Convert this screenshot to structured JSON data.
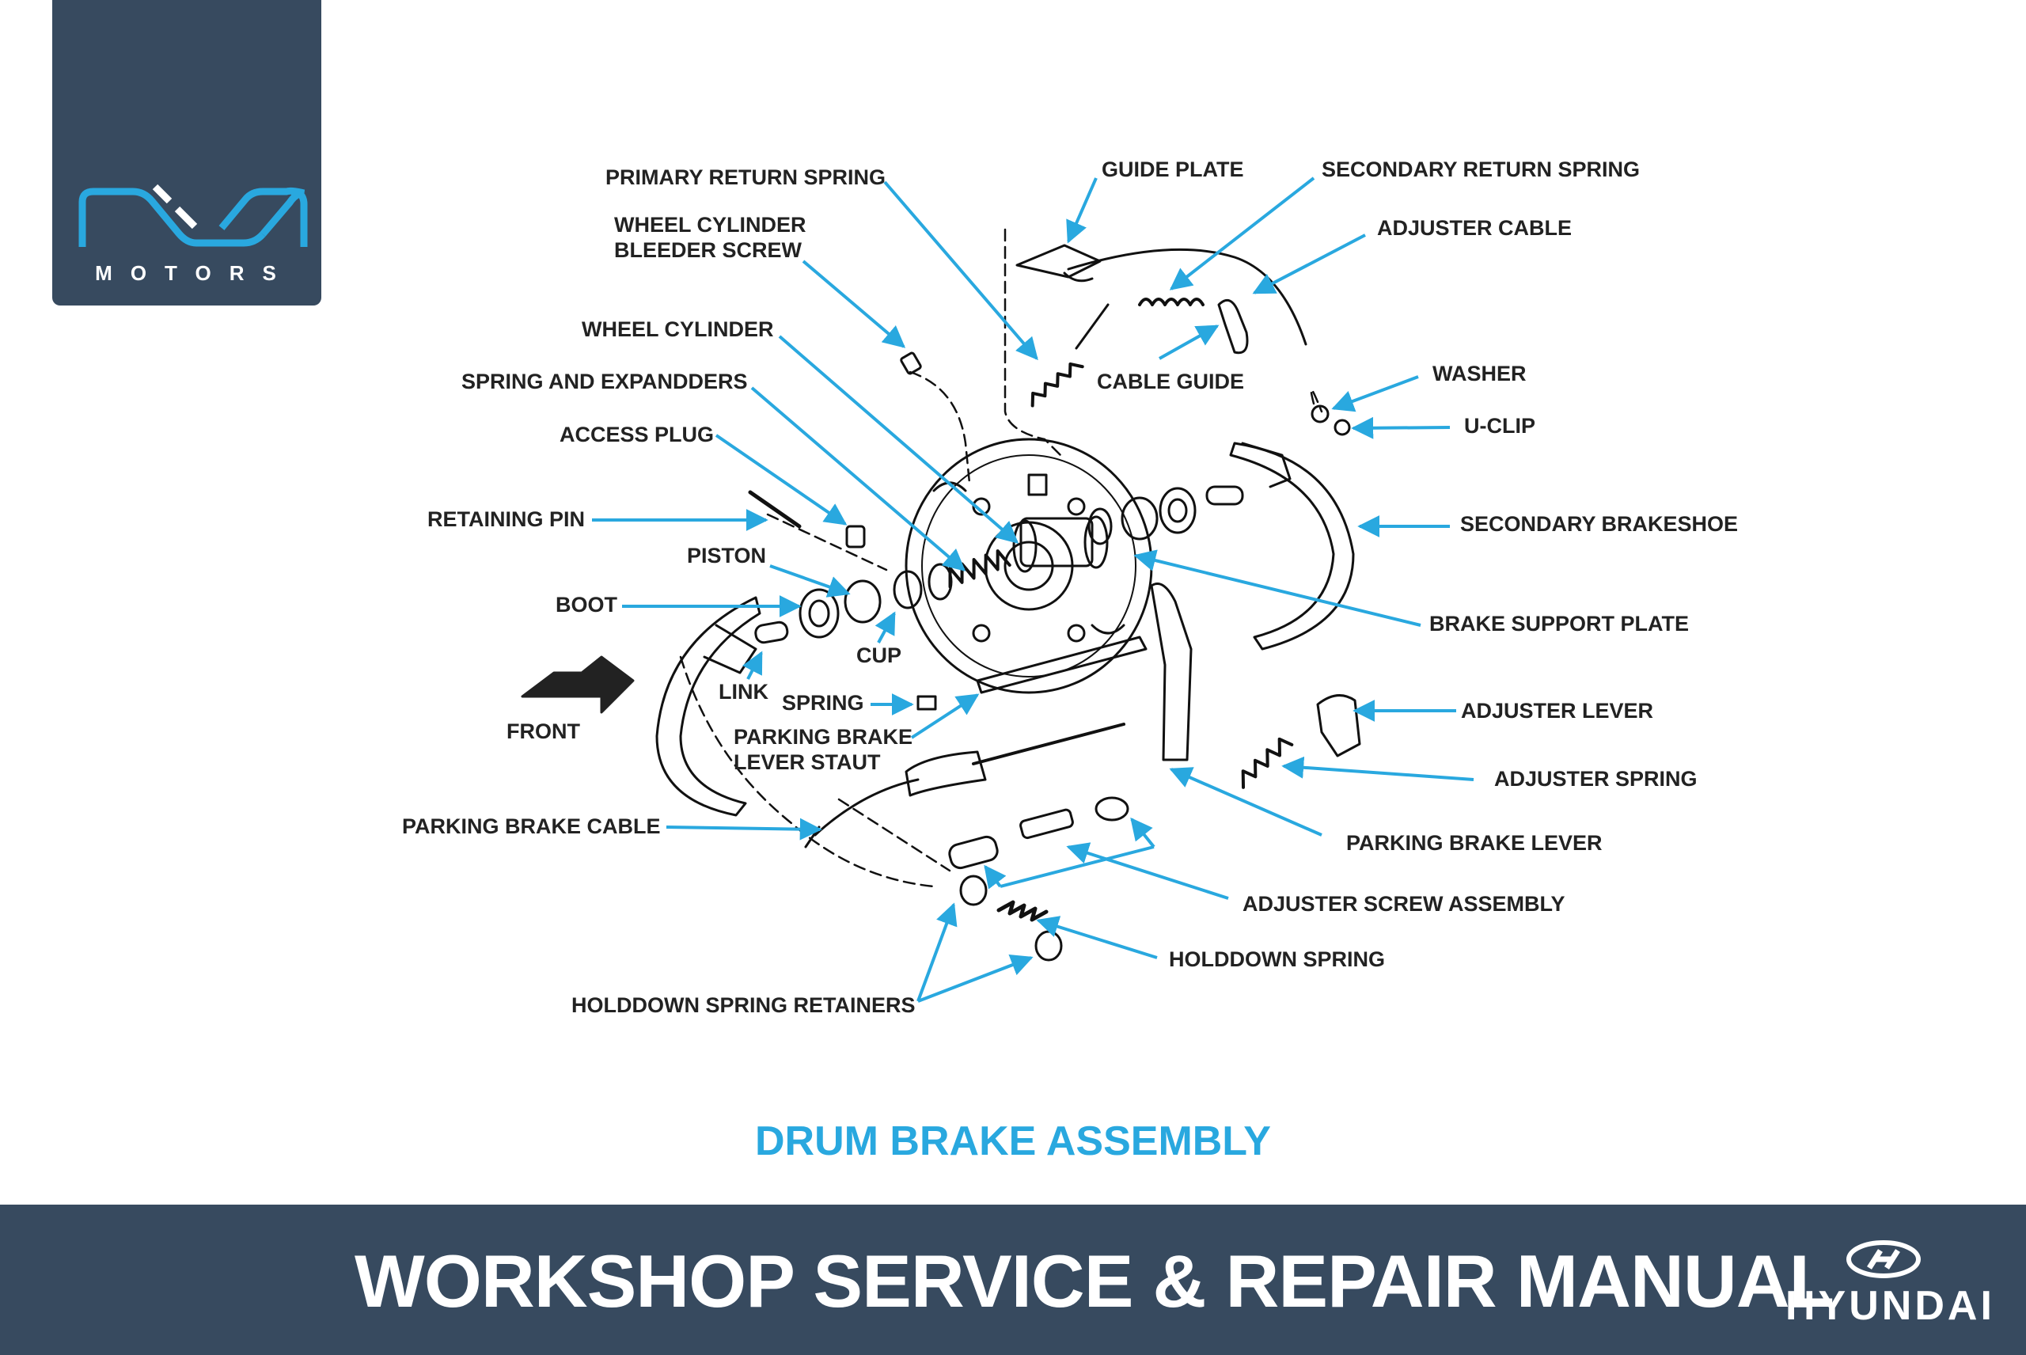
{
  "brand": {
    "logo_text": "MOTORS",
    "footer_brand": "HYUNDAI"
  },
  "diagram": {
    "caption": "DRUM BRAKE ASSEMBLY",
    "labels": {
      "primary_return_spring": "PRIMARY RETURN SPRING",
      "guide_plate": "GUIDE PLATE",
      "secondary_return_spring": "SECONDARY RETURN SPRING",
      "adjuster_cable": "ADJUSTER CABLE",
      "wheel_cylinder_bleeder_screw": "WHEEL CYLINDER\nBLEEDER SCREW",
      "wheel_cylinder": "WHEEL CYLINDER",
      "cable_guide": "CABLE GUIDE",
      "spring_and_expandders": "SPRING AND EXPANDDERS",
      "washer": "WASHER",
      "u_clip": "U-CLIP",
      "access_plug": "ACCESS PLUG",
      "retaining_pin": "RETAINING PIN",
      "secondary_brakeshoe": "SECONDARY BRAKESHOE",
      "piston": "PISTON",
      "boot": "BOOT",
      "brake_support_plate": "BRAKE SUPPORT PLATE",
      "cup": "CUP",
      "link": "LINK",
      "front": "FRONT",
      "spring": "SPRING",
      "adjuster_lever": "ADJUSTER LEVER",
      "parking_brake_lever_staut": "PARKING BRAKE\nLEVER STAUT",
      "adjuster_spring": "ADJUSTER SPRING",
      "parking_brake_cable": "PARKING BRAKE CABLE",
      "parking_brake_lever": "PARKING BRAKE LEVER",
      "adjuster_screw_assembly": "ADJUSTER SCREW ASSEMBLY",
      "holddown_spring": "HOLDDOWN SPRING",
      "holddown_spring_retainers": "HOLDDOWN SPRING RETAINERS"
    }
  },
  "footer": {
    "title": "WORKSHOP SERVICE & REPAIR MANUAL"
  },
  "colors": {
    "accent": "#29a8df",
    "panel": "#374a5f",
    "label_text": "#222222"
  }
}
